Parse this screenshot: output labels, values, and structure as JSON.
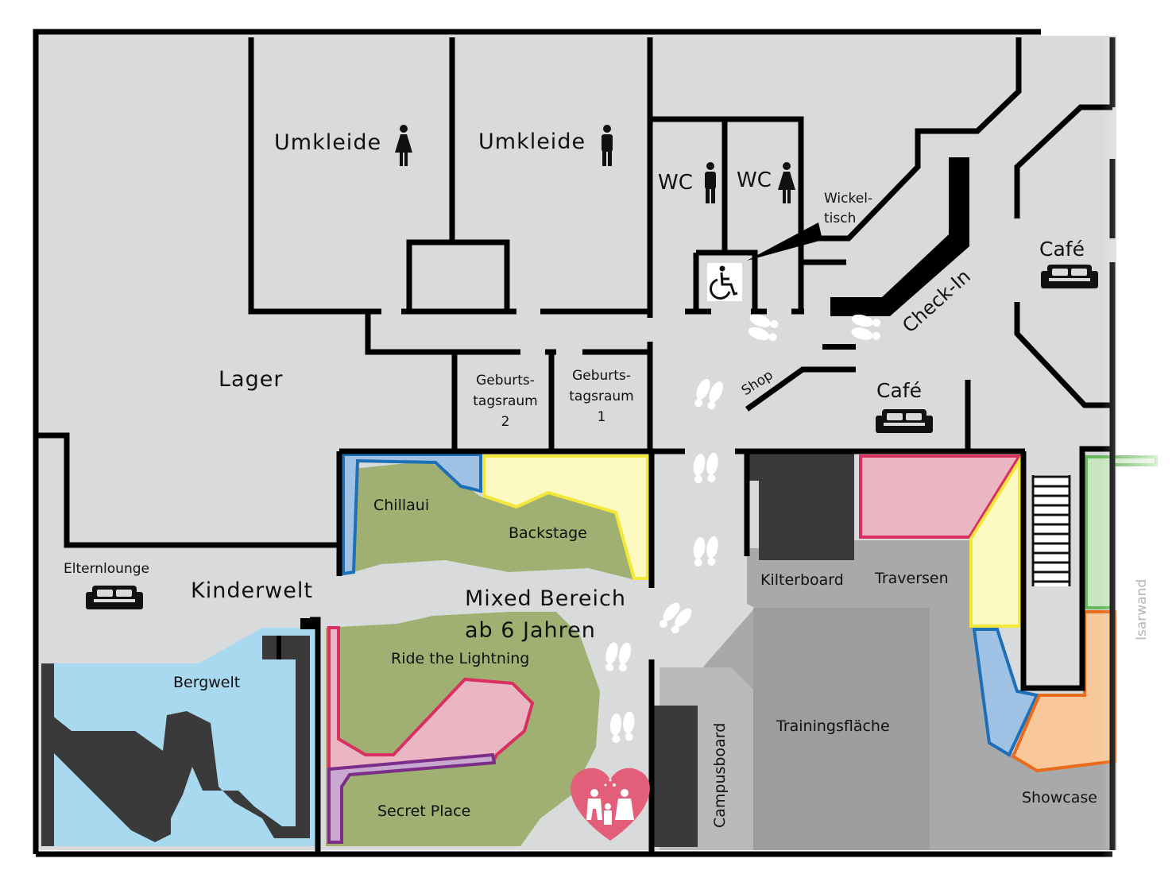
{
  "map": {
    "rooms": {
      "umkleide_women": "Umkleide",
      "umkleide_men": "Umkleide",
      "wc_men": "WC",
      "wc_women": "WC",
      "wickeltisch_line1": "Wickel-",
      "wickeltisch_line2": "tisch",
      "lager": "Lager",
      "geburtstag2_line1": "Geburts-",
      "geburtstag2_line2": "tagsraum",
      "geburtstag2_line3": "2",
      "geburtstag1_line1": "Geburts-",
      "geburtstag1_line2": "tagsraum",
      "geburtstag1_line3": "1",
      "check_in": "Check-In",
      "shop": "Shop",
      "cafe_top": "Café",
      "cafe_center": "Café",
      "elternlounge": "Elternlounge",
      "kinderwelt": "Kinderwelt"
    },
    "areas": {
      "chillaui": "Chillaui",
      "backstage": "Backstage",
      "mixed_line1": "Mixed Bereich",
      "mixed_line2": "ab 6 Jahren",
      "ride_the_lightning": "Ride the Lightning",
      "secret_place": "Secret Place",
      "bergwelt": "Bergwelt",
      "kilterboard": "Kilterboard",
      "traversen": "Traversen",
      "trainingsflaeche": "Trainingsfläche",
      "campusboard": "Campusboard",
      "showcase": "Showcase",
      "isarwand": "Isarwand"
    },
    "icons": [
      "female-icon",
      "male-icon",
      "wheelchair-icon",
      "sofa-icon",
      "footprints-icon",
      "family-heart-icon",
      "stairs-icon"
    ],
    "colors": {
      "floor": "#d9dadb",
      "walls": "#000000",
      "training": "#a8a9ab",
      "dark_wall": "#3a3a3a",
      "green_area": "#a0b072",
      "light_blue": "#a9d9ef",
      "pink": "#ebb6c4",
      "pink_border": "#d83060",
      "yellow": "#fdf9c3",
      "yellow_border": "#f3e83a",
      "blue": "#9fc2e4",
      "blue_border": "#1d6fb8",
      "orange": "#f8c89b",
      "orange_border": "#ea6b1c",
      "green_strip": "#c9e4c1",
      "green_border": "#66b85a",
      "purple_border": "#7b2d87",
      "heart": "#e35e79"
    }
  }
}
